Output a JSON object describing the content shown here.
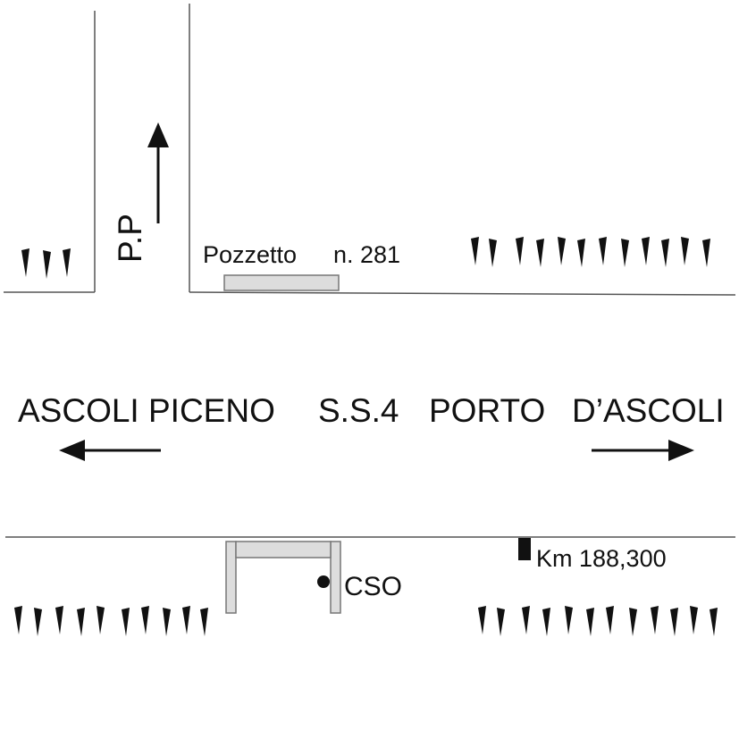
{
  "labels": {
    "pp": "P.P",
    "pozzetto": "Pozzetto",
    "pozzetto_number": "n. 281",
    "ascoli_piceno": "ASCOLI PICENO",
    "road": "S.S.4",
    "porto": "PORTO",
    "dascoli": "D’ASCOLI",
    "km": "Km 188,300",
    "cso": "CSO"
  },
  "colors": {
    "line": "#555555",
    "ink": "#111111",
    "box_fill": "#dddddd",
    "box_stroke": "#777777"
  },
  "icons": {
    "tree": "tree-symbol-icon",
    "arrow": "direction-arrow-icon",
    "marker": "km-marker-icon"
  }
}
